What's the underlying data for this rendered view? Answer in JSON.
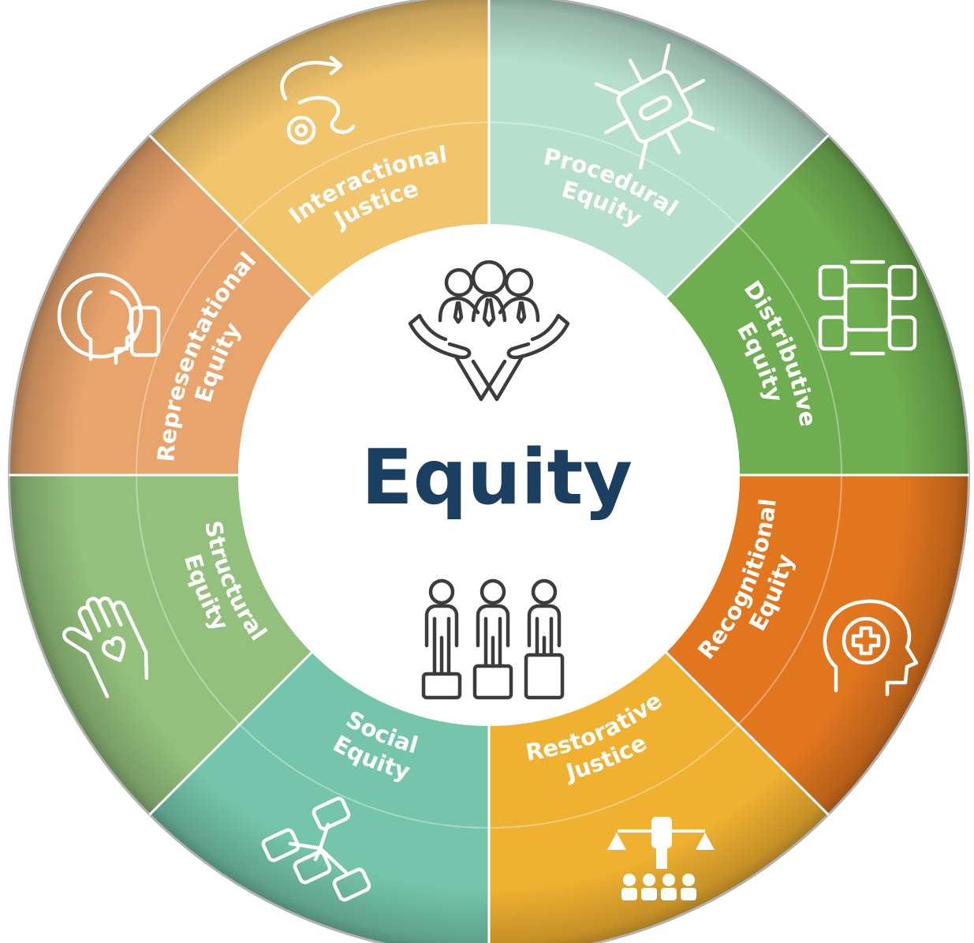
{
  "center": {
    "title": "Equity",
    "title_color": "#1b3f60",
    "top_icon": "people-supported-by-hands-icon",
    "bottom_icon": "people-on-boxes-icon"
  },
  "segments": [
    {
      "id": "procedural",
      "line1": "Procedural",
      "line2": "Equity",
      "color": "#b7dfce",
      "icon": "process-gear-icon"
    },
    {
      "id": "distributive",
      "line1": "Distributive",
      "line2": "Equity",
      "color": "#6fae50",
      "icon": "distribution-chip-icon"
    },
    {
      "id": "recognitional",
      "line1": "Recognitional",
      "line2": "Equity",
      "color": "#e2761f",
      "icon": "linked-hands-icon"
    },
    {
      "id": "restorative",
      "line1": "Restorative",
      "line2": "Justice",
      "color": "#f0b030",
      "icon": "head-with-cross-icon"
    },
    {
      "id": "social",
      "line1": "Social",
      "line2": "Equity",
      "color": "#74c5ab",
      "icon": "raised-fist-scales-icon"
    },
    {
      "id": "structural",
      "line1": "Structural",
      "line2": "Equity",
      "color": "#93c07c",
      "icon": "hierarchy-chart-icon"
    },
    {
      "id": "representational",
      "line1": "Representational",
      "line2": "Equity",
      "color": "#e9a46c",
      "icon": "hand-with-heart-icon"
    },
    {
      "id": "interactional",
      "line1": "Interactional",
      "line2": "Justice",
      "color": "#f2c46c",
      "icon": "two-faces-icon"
    }
  ]
}
